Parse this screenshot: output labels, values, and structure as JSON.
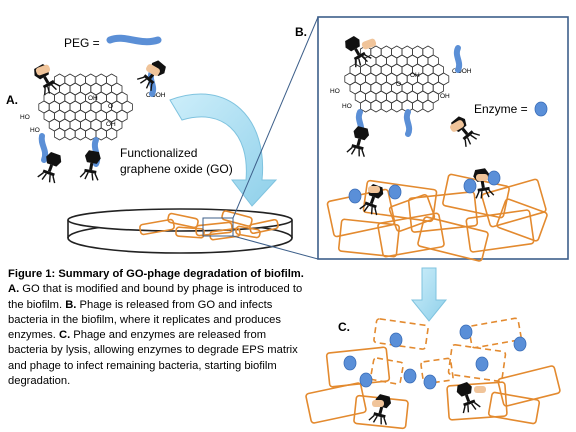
{
  "labels": {
    "panel_a": "A.",
    "panel_b": "B.",
    "panel_c": "C.",
    "peg": "PEG =",
    "enzyme": "Enzyme =",
    "functionalized": "Functionalized",
    "graphene_oxide": "graphene oxide (GO)"
  },
  "chem_labels": {
    "ho": "HO",
    "oh": "OH",
    "cooh": "COOH",
    "o": "O"
  },
  "caption": {
    "title": "Figure 1: Summary of GO-phage degradation of biofilm.",
    "a_label": "A.",
    "a_text": "GO that is modified and bound by phage is introduced to the biofilm.",
    "b_label": "B.",
    "b_text": "Phage is released from GO and infects bacteria in the biofilm, where it replicates and produces enzymes.",
    "c_label": "C.",
    "c_text": "Phage and enzymes are released from bacteria by lysis, allowing enzymes to degrade EPS matrix and phage to infect remaining bacteria, starting biofilm degradation."
  },
  "colors": {
    "bacteria": "#e38a2f",
    "peg": "#5b8fd6",
    "enzyme": "#5a8fd8",
    "arrow": "#a9dcef",
    "panel_border": "#3d5f8a",
    "phage": "#111111"
  }
}
